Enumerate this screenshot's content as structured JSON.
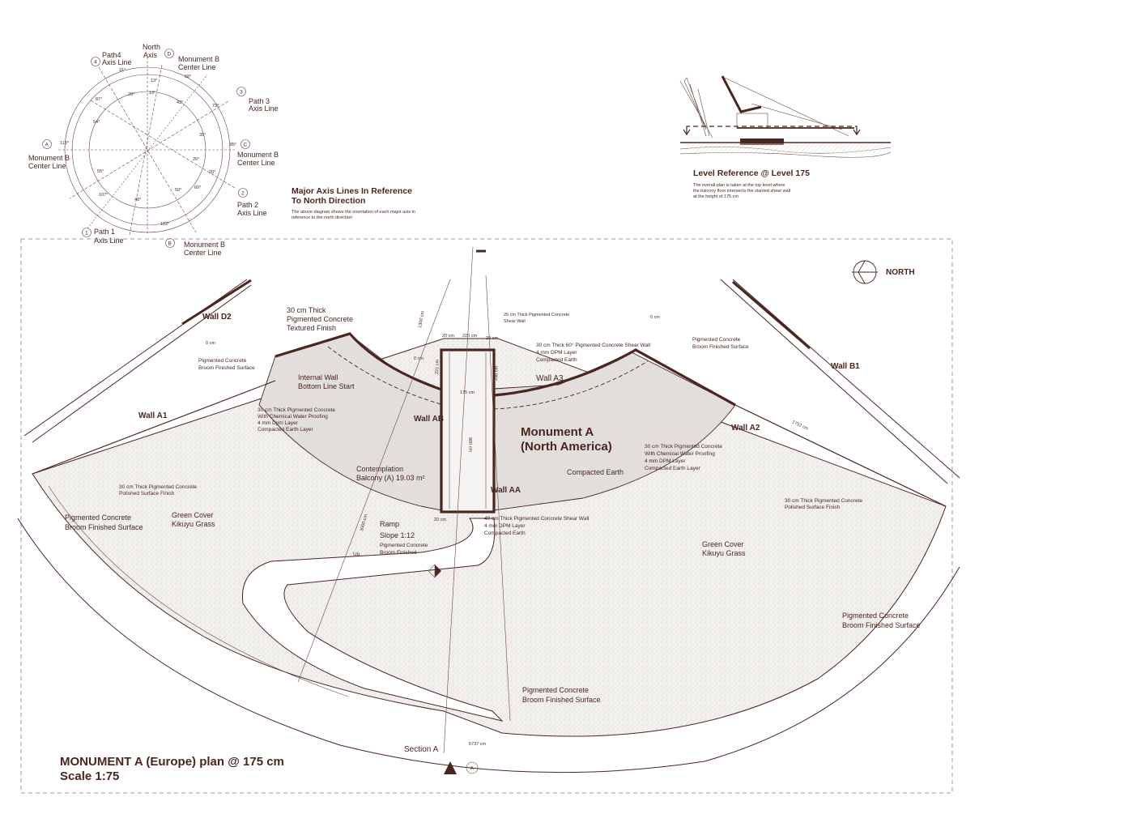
{
  "title": {
    "line1": "MONUMENT A (Europe) plan @ 175 cm",
    "line2": "Scale 1:75"
  },
  "compass": {
    "north_axis": [
      "North",
      "Axis"
    ],
    "d": {
      "marker": "D",
      "label": [
        "Monument B",
        "Center Line"
      ]
    },
    "path4": {
      "marker": "4",
      "label": [
        "Path4",
        "Axis Line"
      ]
    },
    "path3": {
      "marker": "3",
      "label": [
        "Path 3",
        "Axis Line"
      ]
    },
    "a": {
      "marker": "A",
      "label": [
        "Monument B",
        "Center Line"
      ]
    },
    "c": {
      "marker": "C",
      "label": [
        "Monument B",
        "Center Line"
      ]
    },
    "path2": {
      "marker": "2",
      "label": [
        "Path 2",
        "Axis Line"
      ]
    },
    "path1": {
      "marker": "1",
      "label": [
        "Path 1",
        "Axis Line"
      ]
    },
    "b": {
      "marker": "B",
      "label": [
        "Monument B",
        "Center Line"
      ]
    },
    "angles": [
      "31°",
      "58°",
      "13°",
      "13°",
      "87°",
      "29°",
      "43°",
      "73°",
      "54°",
      "35°",
      "113°",
      "85°",
      "26°",
      "55°",
      "20°",
      "60°",
      "50°",
      "107°",
      "48°",
      "102°"
    ]
  },
  "axis_note": {
    "heading": [
      "Major Axis Lines In Reference",
      "To North Direction"
    ],
    "text": [
      "The above diagram shows the orientation of each major axis in",
      "reference to the north direction"
    ]
  },
  "level_ref": {
    "heading": "Level Reference @ Level 175",
    "text": [
      "The overall plan is taken at the top level where",
      "the balcony floor intersects the slanted shear wall",
      "at the height of 175 cm"
    ]
  },
  "north_label": "NORTH",
  "walls": {
    "d2": "Wall D2",
    "b1": "Wall B1",
    "a1": "Wall A1",
    "a2": "Wall A2",
    "a3": "Wall A3",
    "ab": "Wall AB",
    "aa": "Wall AA"
  },
  "notes": {
    "textured": [
      "30 cm Thick",
      "Pigmented Concrete",
      "Textured Finish"
    ],
    "broom_tl": [
      "Pigmented Concrete",
      "Broom Finished Surface"
    ],
    "internal_wall": [
      "Internal Wall",
      "Bottom Line Start"
    ],
    "waterproof_l": [
      "30 cm Thick Pigmented Concrete",
      "With Chemical Water Proofing",
      "4 mm Dpm Layer",
      "Compacted Earth Layer"
    ],
    "shear_25": [
      "25 cm Thick Pigmented Concrete",
      "Shear Wall"
    ],
    "shear_60": [
      "30 cm Thick 60° Pigmented Concrete Shear Wall",
      "4 mm DPM Layer",
      "Compacted Earth"
    ],
    "broom_tr": [
      "Pigmented Concrete",
      "Broom Finished Surface"
    ],
    "monument": [
      "Monument A",
      "(North America)"
    ],
    "waterproof_r": [
      "30 cm Thick Pigmented Concrete",
      "With Chemical Water Proofing",
      "4 mm DPM Layer",
      "Compacted Earth Layer"
    ],
    "compacted_earth": "Compacted Earth",
    "contemplation": [
      "Contemplation",
      "Balcony (A)  19.03 m²"
    ],
    "polished_l": [
      "30 cm Thick Pigmented Concrete",
      "Polished Surface Finish"
    ],
    "polished_r": [
      "30 cm Thick Pigmented Concrete",
      "Polished Surface Finish"
    ],
    "broom_l": [
      "Pigmented Concrete",
      "Broom Finished Surface"
    ],
    "green_l": [
      "Green Cover",
      "Kikuyu Grass"
    ],
    "green_r": [
      "Green Cover",
      "Kikuyu Grass"
    ],
    "shear_40": [
      "40 cm Thick Pigmented Concrete Shear Wall",
      "4 mm DPM Layer",
      "Compacted Earth"
    ],
    "ramp": [
      "Ramp",
      "Slope   1:12"
    ],
    "ramp_broom": [
      "Pigmented Concrete",
      "Broom Finished"
    ],
    "up": "Up",
    "broom_r": [
      "Pigmented Concrete",
      "Broom Finished Surface"
    ],
    "broom_bottom": [
      "Pigmented Concrete",
      "Broom Finished Surface"
    ],
    "section": "Section A",
    "section_marker": "A"
  },
  "dims": {
    "d1300": "1300 cm",
    "d20a": "20 cm",
    "d220": "220 cm",
    "d20b": "20 cm",
    "d0a": "0 cm",
    "d0b": "0 cm",
    "d0c": "0 cm",
    "d221": "221 cm",
    "d250": "250 cm",
    "d175": "175 cm",
    "d900": "900 cm",
    "d1752": "1752 cm",
    "d20c": "20 cm",
    "d3000": "3000 cm",
    "d5737": "5737 cm"
  }
}
